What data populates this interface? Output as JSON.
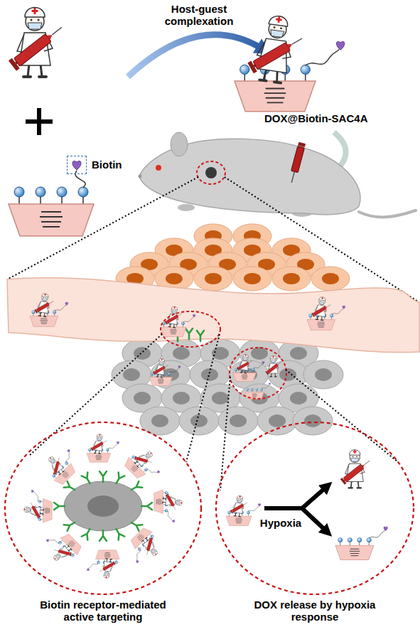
{
  "diagram": {
    "nodes": [
      {
        "text": [
          "Biotin"
        ]
      },
      {
        "text": [
          "Biotin receptor-mediated active targeting"
        ]
      },
      {
        "text": [
          "DOX release by hypoxia response"
        ]
      }
    ],
    "labels": [
      "Host-guest complexation",
      "DOX@Biotin-SAC4A",
      "Hypoxia"
    ]
  }
}
